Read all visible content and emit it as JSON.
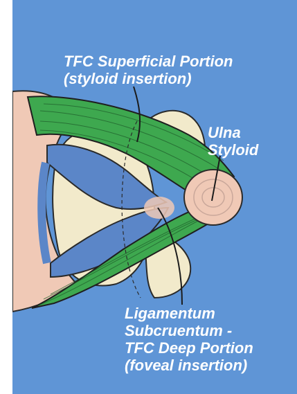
{
  "labels": {
    "superficial": {
      "line1": "TFC Superficial Portion",
      "line2": "(styloid insertion)"
    },
    "ulna": {
      "line1": "Ulna",
      "line2": "Styloid"
    },
    "deep": {
      "line1": "Ligamentum",
      "line2": "Subcruentum -",
      "line3": "TFC Deep Portion",
      "line4": "(foveal insertion)"
    }
  },
  "colors": {
    "background": "#5f95d6",
    "ligament_superficial": "#3ea84f",
    "ligament_deep": "#5b86c8",
    "bone": "#f2eacb",
    "cartilage": "#f0c9b6",
    "label_text": "#ffffff",
    "leader_line": "#1b1b1b"
  }
}
